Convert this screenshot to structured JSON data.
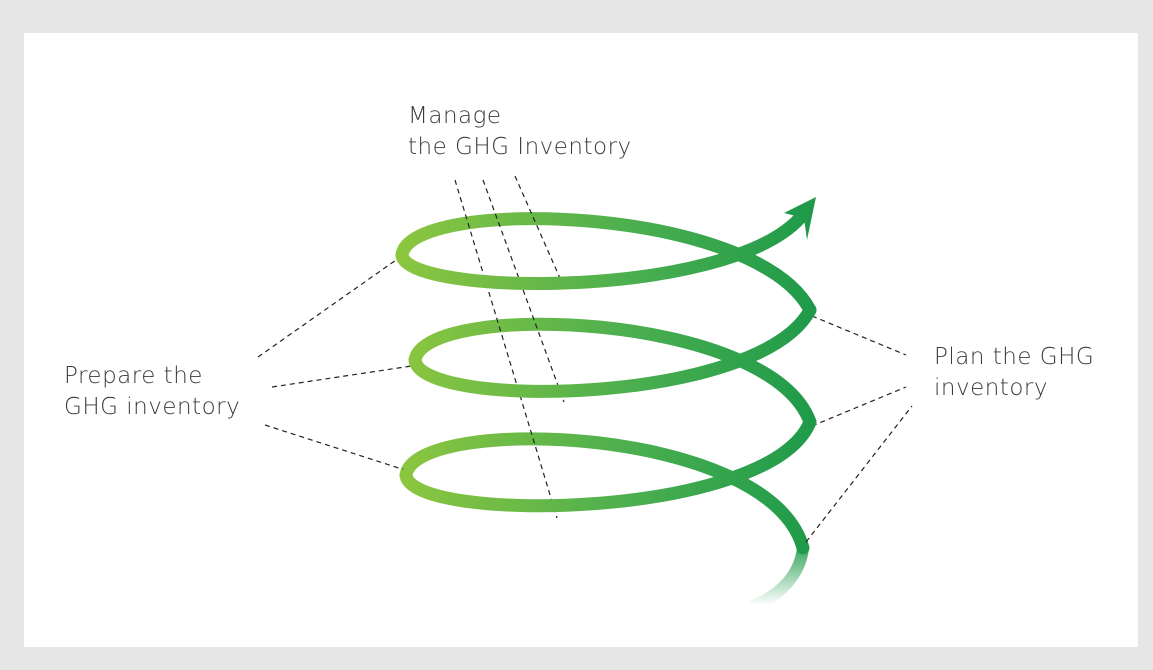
{
  "labels": {
    "manage": [
      "Manage",
      "the GHG Inventory"
    ],
    "prepare": [
      "Prepare the",
      "GHG inventory"
    ],
    "plan": [
      "Plan the GHG",
      "inventory"
    ]
  },
  "colors": {
    "spiral_light": "#8cc63f",
    "spiral_dark": "#1e9a4a",
    "text": "#3a3a3a",
    "frame": "#e6e6e6",
    "panel": "#ffffff"
  }
}
